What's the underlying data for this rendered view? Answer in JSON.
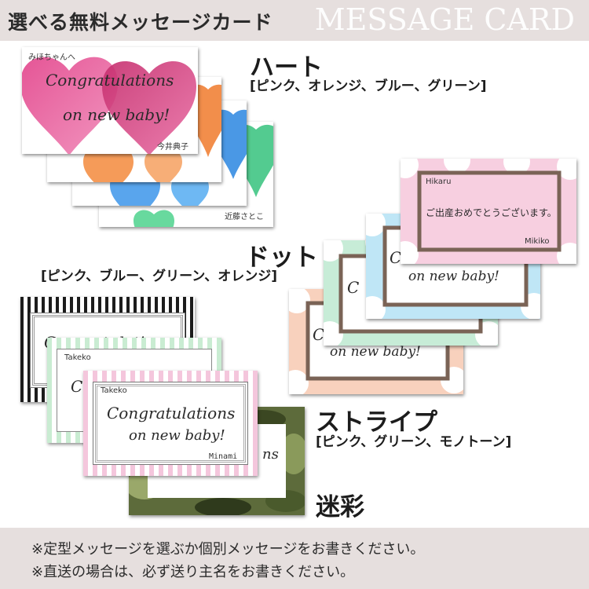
{
  "header": {
    "title": "選べる無料メッセージカード",
    "watermark": "MESSAGE CARD"
  },
  "sections": {
    "heart": {
      "title": "ハート",
      "colors": "[ピンク、オレンジ、ブルー、グリーン]"
    },
    "dot": {
      "title": "ドット",
      "colors": "[ピンク、ブルー、グリーン、オレンジ]"
    },
    "stripe": {
      "title": "ストライプ",
      "colors": "[ピンク、グリーン、モノトーン]"
    },
    "camo": {
      "title": "迷彩"
    }
  },
  "cards": {
    "heart_front": {
      "to": "みほちゃんへ",
      "line1": "Congratulations",
      "line2": "on new baby!",
      "from": "今井典子"
    },
    "heart_back": {
      "from": "近藤さとこ"
    },
    "dot_front": {
      "to": "Hikaru",
      "message": "ご出産おめでとうございます。",
      "from": "Mikiko"
    },
    "dot_mid": {
      "line1": "Co",
      "line2": "on new baby!"
    },
    "dot_back_green": {
      "line1": "C"
    },
    "dot_back_orange": {
      "line1": "C",
      "line2": "on new baby!"
    },
    "stripe_front": {
      "to": "Takeko",
      "line1": "Congratulations",
      "line2": "on new baby!",
      "from": "Minami"
    },
    "stripe_green": {
      "to": "Takeko",
      "line1": "C"
    },
    "stripe_mono": {
      "line1": "Congratulations"
    },
    "camo": {
      "line1": "ns"
    }
  },
  "footer": {
    "line1": "※定型メッセージを選ぶか個別メッセージをお書きください。",
    "line2": "※直送の場合は、必ず送り主名をお書きください。"
  },
  "palette": {
    "header_bg": "#e6dfde",
    "heart_pink": "#d9357c",
    "heart_orange": "#f07a2c",
    "heart_blue": "#2a86e0",
    "heart_green": "#35c27c",
    "dot_pink": "#f7cfe0",
    "dot_blue": "#bfe6f6",
    "dot_green": "#c7ecd7",
    "dot_orange": "#f8d1bd",
    "frame_brown": "#7a6356",
    "stripe_pink": "#f4c6dc",
    "stripe_green": "#c9ecd2",
    "camo": "#5d6b3b"
  }
}
